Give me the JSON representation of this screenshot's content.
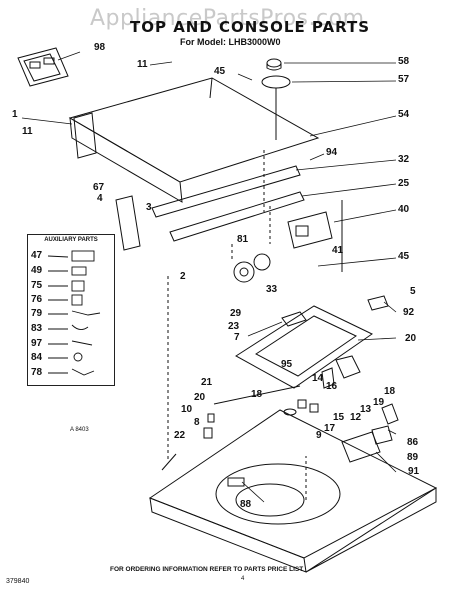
{
  "watermark": "AppliancePartsPros.com",
  "title": "TOP AND CONSOLE PARTS",
  "model_line": "For Model: LHB3000W0",
  "auxiliary_title": "AUXILIARY PARTS",
  "aux_numbers": [
    "47",
    "49",
    "75",
    "76",
    "79",
    "83",
    "97",
    "84",
    "78"
  ],
  "callouts": {
    "c98": "98",
    "c11a": "11",
    "c45a": "45",
    "c58": "58",
    "c57": "57",
    "c1": "1",
    "c11b": "11",
    "c54": "54",
    "c94": "94",
    "c32": "32",
    "c67": "67",
    "c4": "4",
    "c3": "3",
    "c25": "25",
    "c40": "40",
    "c81": "81",
    "c41": "41",
    "c45b": "45",
    "c2": "2",
    "c33": "33",
    "c29": "29",
    "c23": "23",
    "c5": "5",
    "c92": "92",
    "c7": "7",
    "c20a": "20",
    "c95": "95",
    "c21": "21",
    "c14": "14",
    "c16": "16",
    "c18a": "18",
    "c20b": "20",
    "c19": "19",
    "c18b": "18",
    "c13": "13",
    "c12": "12",
    "c15": "15",
    "c10": "10",
    "c8": "8",
    "c17": "17",
    "c9": "9",
    "c22": "22",
    "c86": "86",
    "c89": "89",
    "c91": "91",
    "c88": "88"
  },
  "footer": "FOR ORDERING INFORMATION REFER TO PARTS PRICE LIST",
  "code_bottom": "379840",
  "code_small": "A 8403",
  "code_mark": "4"
}
